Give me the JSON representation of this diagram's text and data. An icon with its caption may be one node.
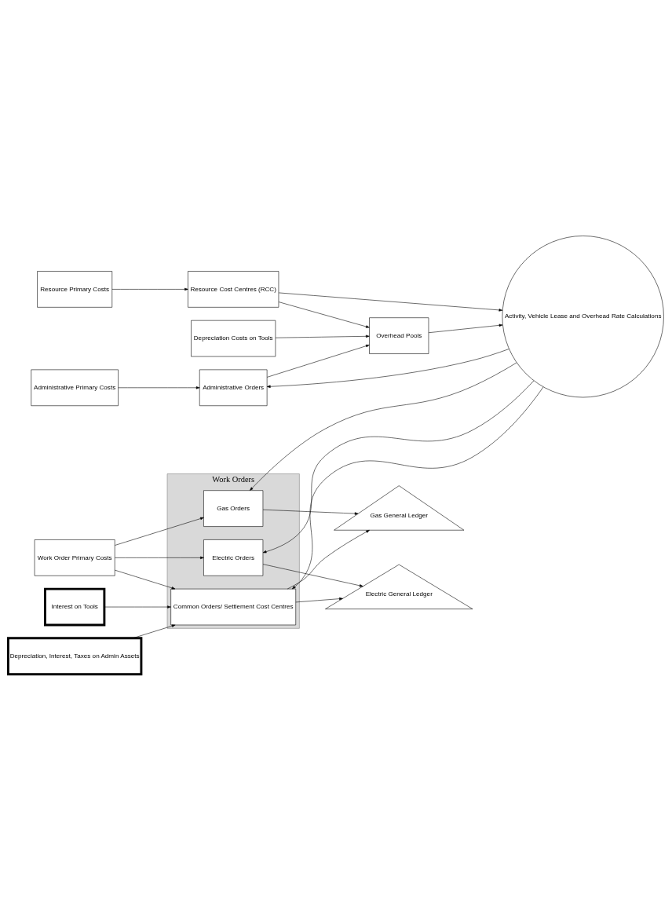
{
  "diagram": {
    "nodes": [
      {
        "text": [
          "Resource Primary Costs"
        ]
      },
      {
        "text": [
          "Resource Cost Centres (RCC)"
        ]
      },
      {
        "text": [
          "Activity, Vehicle Lease and Overhead Rate Calculations"
        ]
      },
      {
        "text": [
          "Administrative Primary Costs"
        ]
      },
      {
        "text": [
          "Administrative Orders"
        ]
      },
      {
        "text": [
          "Depreciation Costs on Tools"
        ]
      },
      {
        "text": [
          "Overhead Pools"
        ]
      },
      {
        "text": [
          "Work Order Primary Costs"
        ]
      },
      {
        "text": [
          "Work Orders"
        ]
      },
      {
        "text": [
          "Gas Orders"
        ],
        "in": 8
      },
      {
        "text": [
          "Interest on Tools"
        ]
      },
      {
        "text": [
          "Electric Orders"
        ],
        "in": 8
      },
      {
        "text": [
          "Depreciation, Interest, Taxes on Admin Assets"
        ]
      },
      {
        "text": [
          "Common Orders/ Settlement Cost Centres"
        ],
        "in": 8
      },
      {
        "text": [
          "Electric General Ledger"
        ]
      },
      {
        "text": [
          "Gas General Ledger"
        ]
      }
    ],
    "edges": [
      {
        "from": 0,
        "to": 1,
        "arrow": "to"
      },
      {
        "from": 1,
        "to": 2,
        "arrow": "to"
      },
      {
        "from": 1,
        "to": 6,
        "arrow": "to"
      },
      {
        "from": 3,
        "to": 4,
        "arrow": "to"
      },
      {
        "from": 2,
        "to": 4,
        "arrow": "to"
      },
      {
        "from": 4,
        "to": 6,
        "arrow": "to"
      },
      {
        "from": 5,
        "to": 6,
        "arrow": "to"
      },
      {
        "from": 6,
        "to": 2,
        "arrow": "to"
      },
      {
        "from": 7,
        "to": 9,
        "arrow": "to"
      },
      {
        "from": 7,
        "to": 11,
        "arrow": "to"
      },
      {
        "from": 7,
        "to": 13,
        "arrow": "to"
      },
      {
        "from": 2,
        "to": 9,
        "arrow": "to"
      },
      {
        "from": 2,
        "to": 11,
        "arrow": "to"
      },
      {
        "from": 2,
        "to": 13,
        "arrow": "to"
      },
      {
        "from": 10,
        "to": 13,
        "arrow": "to"
      },
      {
        "from": 12,
        "to": 13,
        "arrow": "to"
      },
      {
        "from": 11,
        "to": 14,
        "arrow": "to"
      },
      {
        "from": 9,
        "to": 15,
        "arrow": "to"
      },
      {
        "from": 13,
        "to": 14,
        "arrow": "to"
      },
      {
        "from": 13,
        "to": 15,
        "arrow": "to"
      }
    ]
  }
}
